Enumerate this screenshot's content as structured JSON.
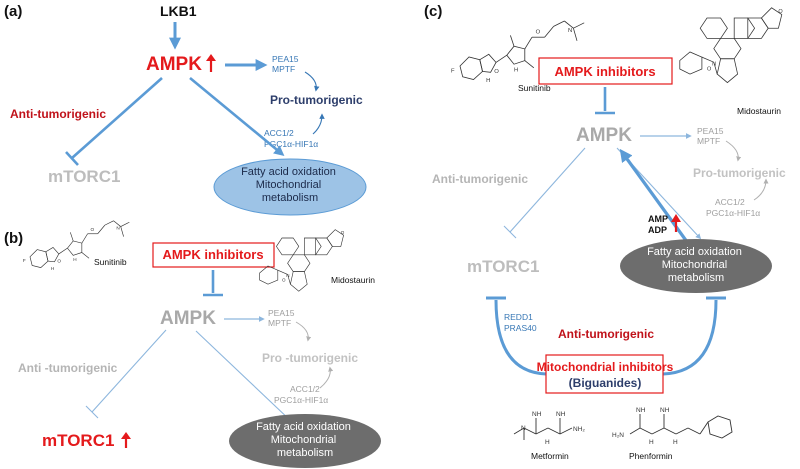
{
  "panels": {
    "a": {
      "letter": "(a)",
      "upstream": "LKB1",
      "ampk": "AMPK",
      "targets": "PEA15\nMPTF",
      "pro": "Pro-tumorigenic",
      "acc": "ACC1/2\nPGC1α-HIF1α",
      "anti": "Anti-tumorigenic",
      "mtorc": "mTORC1",
      "ellipse": "Fatty acid oxidation\nMitochondrial\nmetabolism"
    },
    "b": {
      "letter": "(b)",
      "inhibitors": "AMPK inhibitors",
      "drug1": "Sunitinib",
      "drug2": "Midostaurin",
      "ampk": "AMPK",
      "targets": "PEA15\nMPTF",
      "pro": "Pro -tumorigenic",
      "anti": "Anti -tumorigenic",
      "acc": "ACC1/2\nPGC1α-HIF1α",
      "mtorc": "mTORC1",
      "ellipse": "Fatty acid oxidation\nMitochondrial\nmetabolism"
    },
    "c": {
      "letter": "(c)",
      "drug1": "Sunitinib",
      "drug2": "Midostaurin",
      "inhibitors": "AMPK inhibitors",
      "ampk": "AMPK",
      "targets": "PEA15\nMPTF",
      "pro": "Pro-tumorigenic",
      "anti_top": "Anti-tumorigenic",
      "acc": "ACC1/2\nPGC1α-HIF1α",
      "amp": "AMP\nADP",
      "mtorc": "mTORC1",
      "ellipse": "Fatty acid oxidation\nMitochondrial\nmetabolism",
      "redd": "REDD1\nPRAS40",
      "anti_bottom": "Anti-tumorigenic",
      "mito": "Mitochondrial inhibitors",
      "biguanides": "(Biguanides)",
      "drug3": "Metformin",
      "drug4": "Phenformin"
    }
  },
  "chem_labels": {
    "F": "F",
    "H": "H",
    "N": "N",
    "NH": "NH",
    "O": "O",
    "NH2": "NH₂",
    "H2N": "H₂N"
  },
  "colors": {
    "arrow_blue": "#5b9bd5",
    "arrow_light": "#9fc3e6",
    "red": "#e41a1c",
    "navy": "#2d3e6b",
    "ellipse_blue": "#9dc3e6",
    "ellipse_grey": "#6d6d6d"
  }
}
